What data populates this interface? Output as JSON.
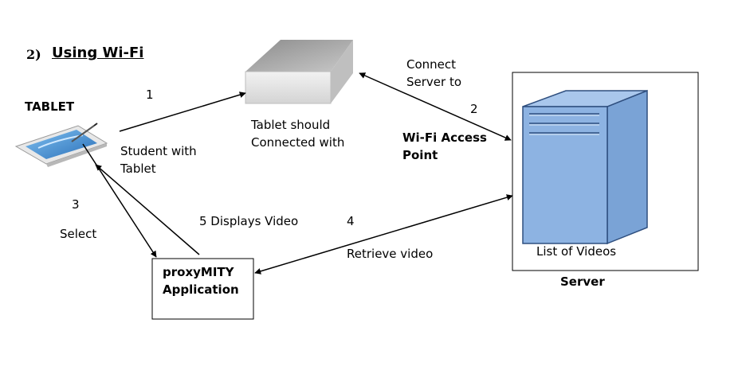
{
  "heading": {
    "number": "2)",
    "title": "Using Wi-Fi"
  },
  "tablet": {
    "title": "TABLET",
    "caption_line1": "Student with",
    "caption_line2": "Tablet"
  },
  "access_point": {
    "note_line1": "Tablet should",
    "note_line2": "Connected with",
    "label_line1": "Wi-Fi Access",
    "label_line2": "Point"
  },
  "server": {
    "list_label": "List of Videos",
    "caption": "Server"
  },
  "app": {
    "label_line1": "proxyMITY",
    "label_line2": "Application"
  },
  "steps": {
    "step1": "1",
    "step2": "2",
    "step2_text_line1": "Connect",
    "step2_text_line2": "Server to",
    "step3": "3",
    "step3_text": "Select",
    "step4": "4",
    "step4_text": "Retrieve video",
    "step5_text": "5 Displays Video"
  },
  "colors": {
    "server_fill": "#8db3e2",
    "server_stroke": "#2f4f7f",
    "access_point_top": "#a6a6a6",
    "access_point_front": "#e6e6e6",
    "tablet_screen": "#3d8fd6",
    "arrow": "#000000"
  },
  "icons": [
    "tablet-icon",
    "access-point-icon",
    "server-icon"
  ]
}
